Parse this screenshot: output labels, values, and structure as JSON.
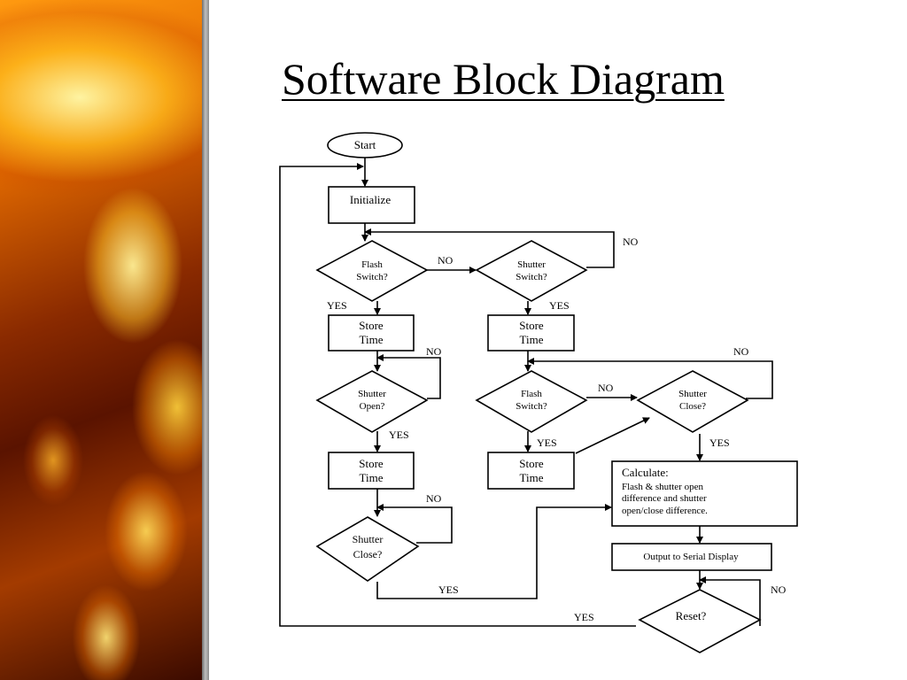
{
  "slide": {
    "title": "Software Block Diagram"
  },
  "diagram": {
    "start": "Start",
    "initialize": "Initialize",
    "flash_switch_1": [
      "Flash",
      "Switch?"
    ],
    "shutter_switch": [
      "Shutter",
      "Switch?"
    ],
    "store_time_1": [
      "Store",
      "Time"
    ],
    "store_time_2": [
      "Store",
      "Time"
    ],
    "shutter_open": [
      "Shutter",
      "Open?"
    ],
    "flash_switch_2": [
      "Flash",
      "Switch?"
    ],
    "shutter_close_right": [
      "Shutter",
      "Close?"
    ],
    "store_time_3": [
      "Store",
      "Time"
    ],
    "store_time_4": [
      "Store",
      "Time"
    ],
    "calculate": [
      "Calculate:",
      "Flash & shutter open",
      "difference and shutter",
      "open/close difference."
    ],
    "shutter_close_left": [
      "Shutter",
      "Close?"
    ],
    "output": "Output to Serial Display",
    "reset": "Reset?",
    "labels": {
      "yes": "YES",
      "no": "NO"
    }
  }
}
